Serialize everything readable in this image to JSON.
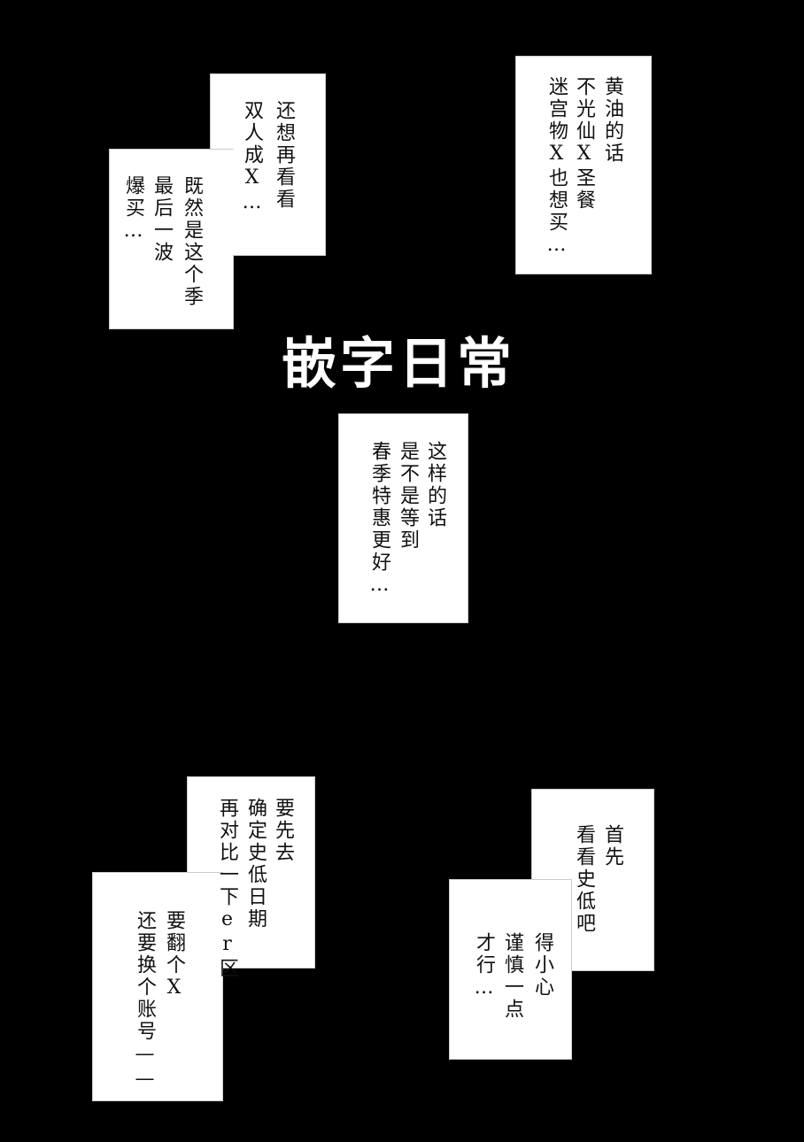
{
  "title": "嵌字日常",
  "bubbles": {
    "top_left": {
      "upper": [
        "还想再看看",
        "双人成X…"
      ],
      "lower": [
        "既然是这个季",
        "最后一波",
        "爆买…"
      ]
    },
    "top_right": [
      "黄油的话",
      "不光仙X圣餐",
      "迷宫物X也想买…"
    ],
    "center": [
      "这样的话",
      "是不是等到",
      "春季特惠更好…"
    ],
    "bottom_left": {
      "upper": [
        "要先去",
        "确定史低日期",
        "再对比一下er区"
      ],
      "lower": [
        "要翻个X",
        "还要换个账号——"
      ]
    },
    "bottom_right": {
      "upper": [
        "首先",
        "看看史低吧"
      ],
      "lower": [
        "得小心",
        "谨慎一点",
        "才行…"
      ]
    }
  }
}
